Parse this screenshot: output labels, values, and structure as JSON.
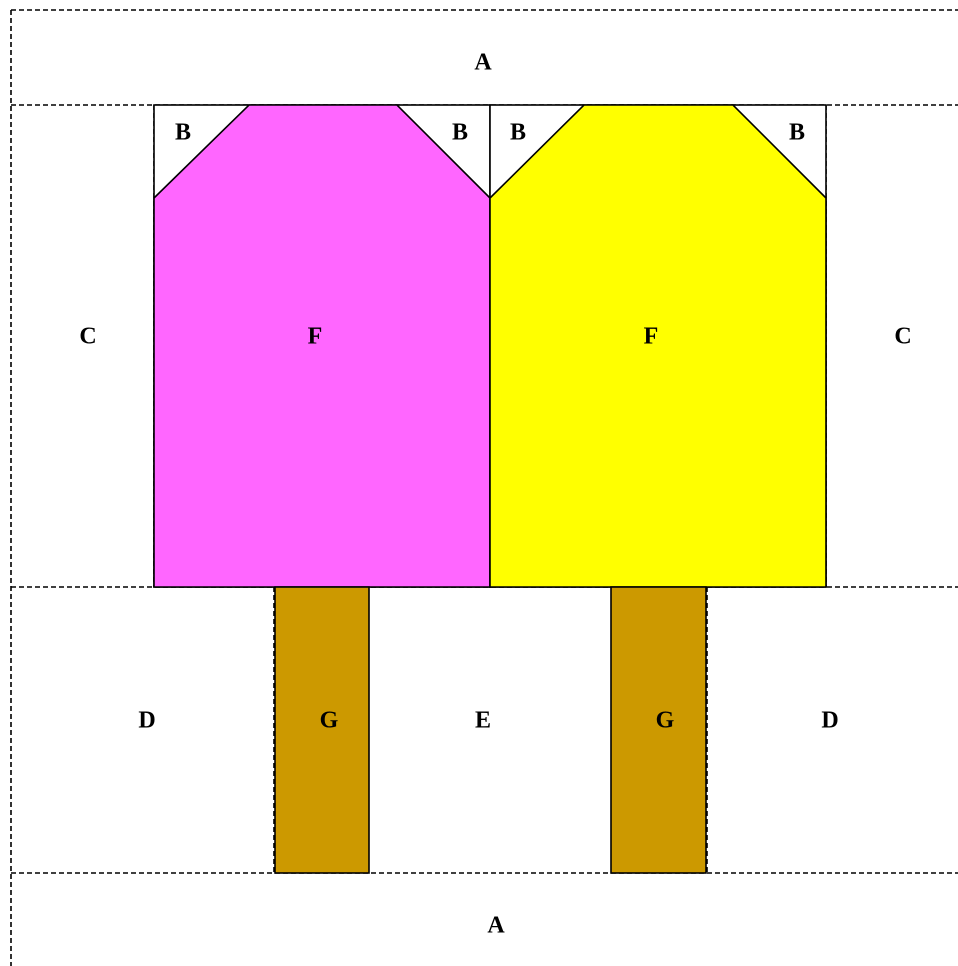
{
  "labels": {
    "a": "A",
    "b": "B",
    "c": "C",
    "d": "D",
    "e": "E",
    "f": "F",
    "g": "G"
  },
  "colors": {
    "left_popsicle": "#ff66ff",
    "right_popsicle": "#ffff00",
    "stick": "#cc9900",
    "background": "#ffffff",
    "outline": "#000000"
  }
}
